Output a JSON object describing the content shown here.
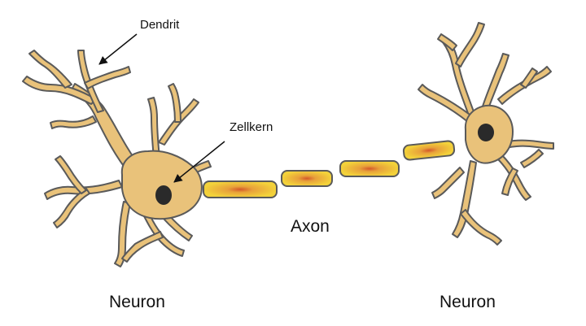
{
  "labels": {
    "dendrit": "Dendrit",
    "zellkern": "Zellkern",
    "axon": "Axon",
    "neuron_left": "Neuron",
    "neuron_right": "Neuron"
  },
  "colors": {
    "cell_fill": "#e9c27a",
    "cell_outline": "#5a5a5a",
    "nucleus": "#2a2a2a",
    "myelin_fill": "#f3d23a",
    "myelin_core": "#d4572a",
    "arrow": "#111111"
  }
}
